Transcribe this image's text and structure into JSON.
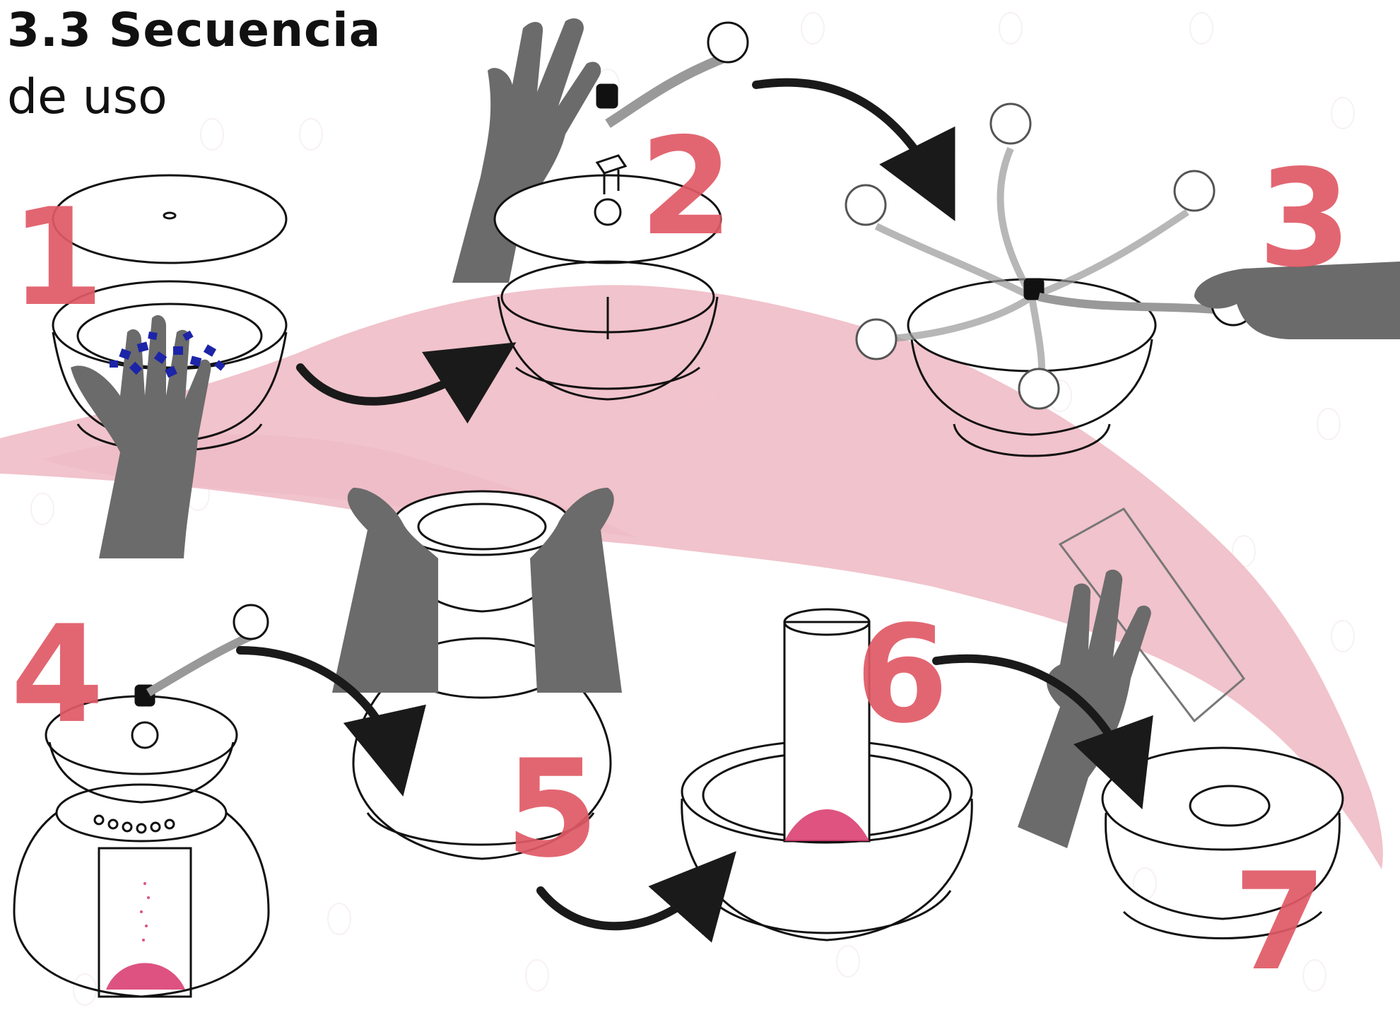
{
  "title": {
    "line1": "3.3 Secuencia",
    "line2": "de uso"
  },
  "steps": [
    {
      "number": "1"
    },
    {
      "number": "2"
    },
    {
      "number": "3"
    },
    {
      "number": "4"
    },
    {
      "number": "5"
    },
    {
      "number": "6"
    },
    {
      "number": "7"
    }
  ],
  "colors": {
    "step_number": "#e05a66",
    "pink_swoosh": "#efbcc7",
    "hand": "#6b6b6b",
    "arrow": "#1a1a1a",
    "crystals": "#1c24a8",
    "powder": "#d8356a"
  }
}
